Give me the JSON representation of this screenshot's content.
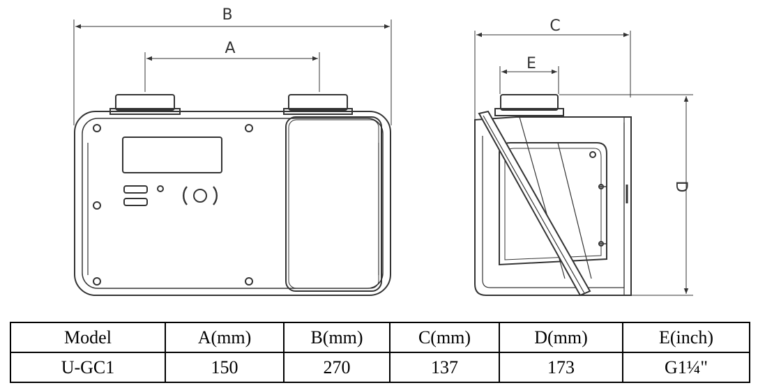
{
  "dimension_labels": {
    "a": "A",
    "b": "B",
    "c": "C",
    "d": "D",
    "e": "E"
  },
  "table": {
    "headers": [
      "Model",
      "A(mm)",
      "B(mm)",
      "C(mm)",
      "D(mm)",
      "E(inch)"
    ],
    "rows": [
      [
        "U-GC1",
        "150",
        "270",
        "137",
        "173",
        "G1¼\""
      ]
    ]
  }
}
